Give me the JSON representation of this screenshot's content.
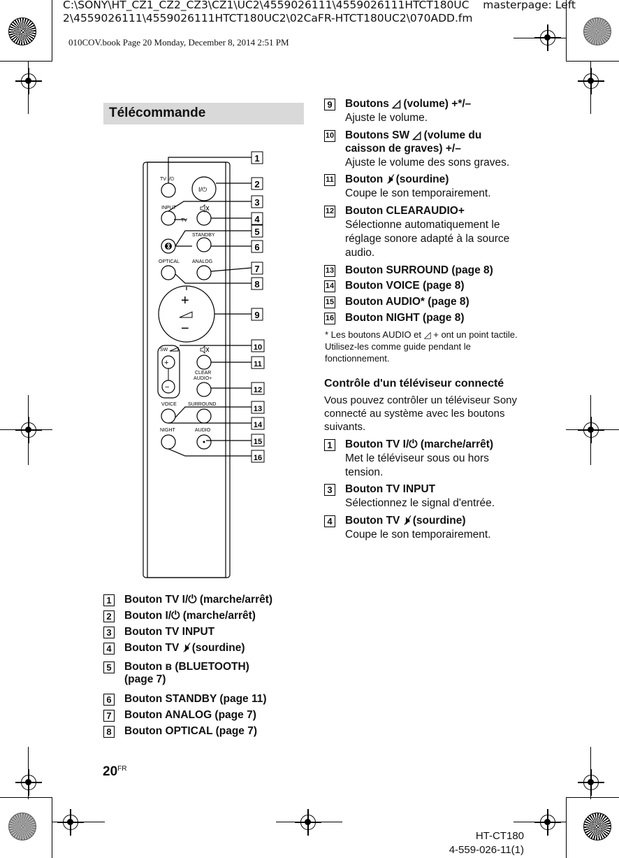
{
  "header": {
    "path_line1": "C:\\SONY\\HT_CZ1_CZ2_CZ3\\CZ1\\UC2\\4559026111\\4559026111HTCT180UC    masterpage: Left",
    "path_line2": "2\\4559026111\\4559026111HTCT180UC2\\02CaFR-HTCT180UC2\\070ADD.fm",
    "book_line": "010COV.book  Page 20  Monday, December 8, 2014  2:51 PM"
  },
  "section_title": "Télécommande",
  "remote_labels": {
    "tv_power": "TV I/⏻",
    "power": "I/⏻",
    "input": "INPUT",
    "tv": "TV",
    "standby": "STANDBY",
    "optical": "OPTICAL",
    "analog": "ANALOG",
    "plus": "+",
    "minus": "−",
    "sw": "SW",
    "clear": "CLEAR",
    "audio_plus": "AUDIO+",
    "voice": "VOICE",
    "surround": "SURROUND",
    "night": "NIGHT",
    "audio": "AUDIO"
  },
  "callouts": [
    "1",
    "2",
    "3",
    "4",
    "5",
    "6",
    "7",
    "8",
    "9",
    "10",
    "11",
    "12",
    "13",
    "14",
    "15",
    "16"
  ],
  "left_list": [
    {
      "num": "1",
      "label": "Bouton TV I/⏻ (marche/arrêt)"
    },
    {
      "num": "2",
      "label": "Bouton I/⏻ (marche/arrêt)"
    },
    {
      "num": "3",
      "label": "Bouton TV INPUT"
    },
    {
      "num": "4",
      "label": "Bouton TV 🕨̸ (sourdine)"
    },
    {
      "num": "5",
      "label": "Bouton  ʙ  (BLUETOOTH)",
      "label2": "(page 7)"
    },
    {
      "num": "6",
      "label": "Bouton STANDBY (page 11)"
    },
    {
      "num": "7",
      "label": "Bouton ANALOG (page 7)"
    },
    {
      "num": "8",
      "label": "Bouton OPTICAL (page 7)"
    }
  ],
  "right_list": [
    {
      "num": "9",
      "label": "Boutons ◿ (volume) +*/–",
      "desc": "Ajuste le volume."
    },
    {
      "num": "10",
      "label": "Boutons SW ◿ (volume du",
      "label2": "caisson de graves) +/–",
      "desc": "Ajuste le volume des sons graves."
    },
    {
      "num": "11",
      "label": "Bouton 🕨̸ (sourdine)",
      "desc": "Coupe le son temporairement."
    },
    {
      "num": "12",
      "label": "Bouton CLEARAUDIO+",
      "desc": "Sélectionne automatiquement le réglage sonore adapté à la source audio."
    },
    {
      "num": "13",
      "label": "Bouton SURROUND (page 8)"
    },
    {
      "num": "14",
      "label": "Bouton VOICE (page 8)"
    },
    {
      "num": "15",
      "label": "Bouton AUDIO* (page 8)"
    },
    {
      "num": "16",
      "label": "Bouton NIGHT (page 8)"
    }
  ],
  "footnote": "*  Les boutons AUDIO et ◿ + ont un point tactile. Utilisez-les comme guide pendant le fonctionnement.",
  "tv_section": {
    "heading": "Contrôle d'un téléviseur connecté",
    "intro": "Vous pouvez contrôler un téléviseur Sony connecté au système avec les boutons suivants.",
    "items": [
      {
        "num": "1",
        "label": "Bouton TV I/⏻ (marche/arrêt)",
        "desc": "Met le téléviseur sous ou hors tension."
      },
      {
        "num": "3",
        "label": "Bouton TV INPUT",
        "desc": "Sélectionnez le signal d'entrée."
      },
      {
        "num": "4",
        "label": "Bouton TV 🕨̸ (sourdine)",
        "desc": "Coupe le son temporairement."
      }
    ]
  },
  "page_number": "20",
  "page_suffix": "FR",
  "model": "HT-CT180",
  "part_number": "4-559-026-11(1)"
}
